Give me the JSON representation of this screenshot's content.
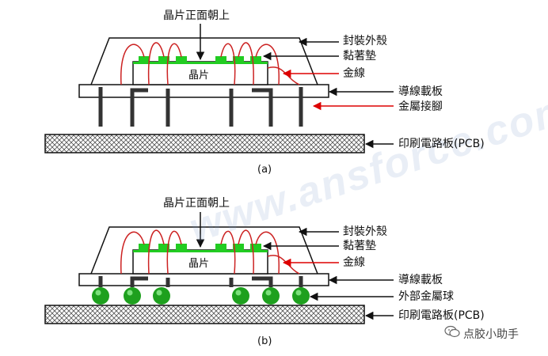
{
  "diagram": {
    "colors": {
      "chip_pad": "#22cc22",
      "gold_wire": "#cc2222",
      "outline": "#111111",
      "pcb_hatch": "#444444",
      "solder_ball": "#1ea01e"
    },
    "panel_a": {
      "caption": "(a)",
      "top_label": "晶片正面朝上",
      "chip_label": "晶片",
      "labels": {
        "package": "封裝外殼",
        "adhesive": "黏著墊",
        "gold_wire": "金線",
        "lead_frame": "導線載板",
        "pins": "金屬接腳",
        "pcb": "印刷電路板(PCB)"
      }
    },
    "panel_b": {
      "caption": "(b)",
      "top_label": "晶片正面朝上",
      "chip_label": "晶片",
      "labels": {
        "package": "封裝外殼",
        "adhesive": "黏著墊",
        "gold_wire": "金線",
        "lead_frame": "導線載板",
        "balls": "外部金屬球",
        "pcb": "印刷電路板(PCB)"
      }
    },
    "watermark": "www.ansforce.com",
    "brand": "点胶小助手"
  }
}
